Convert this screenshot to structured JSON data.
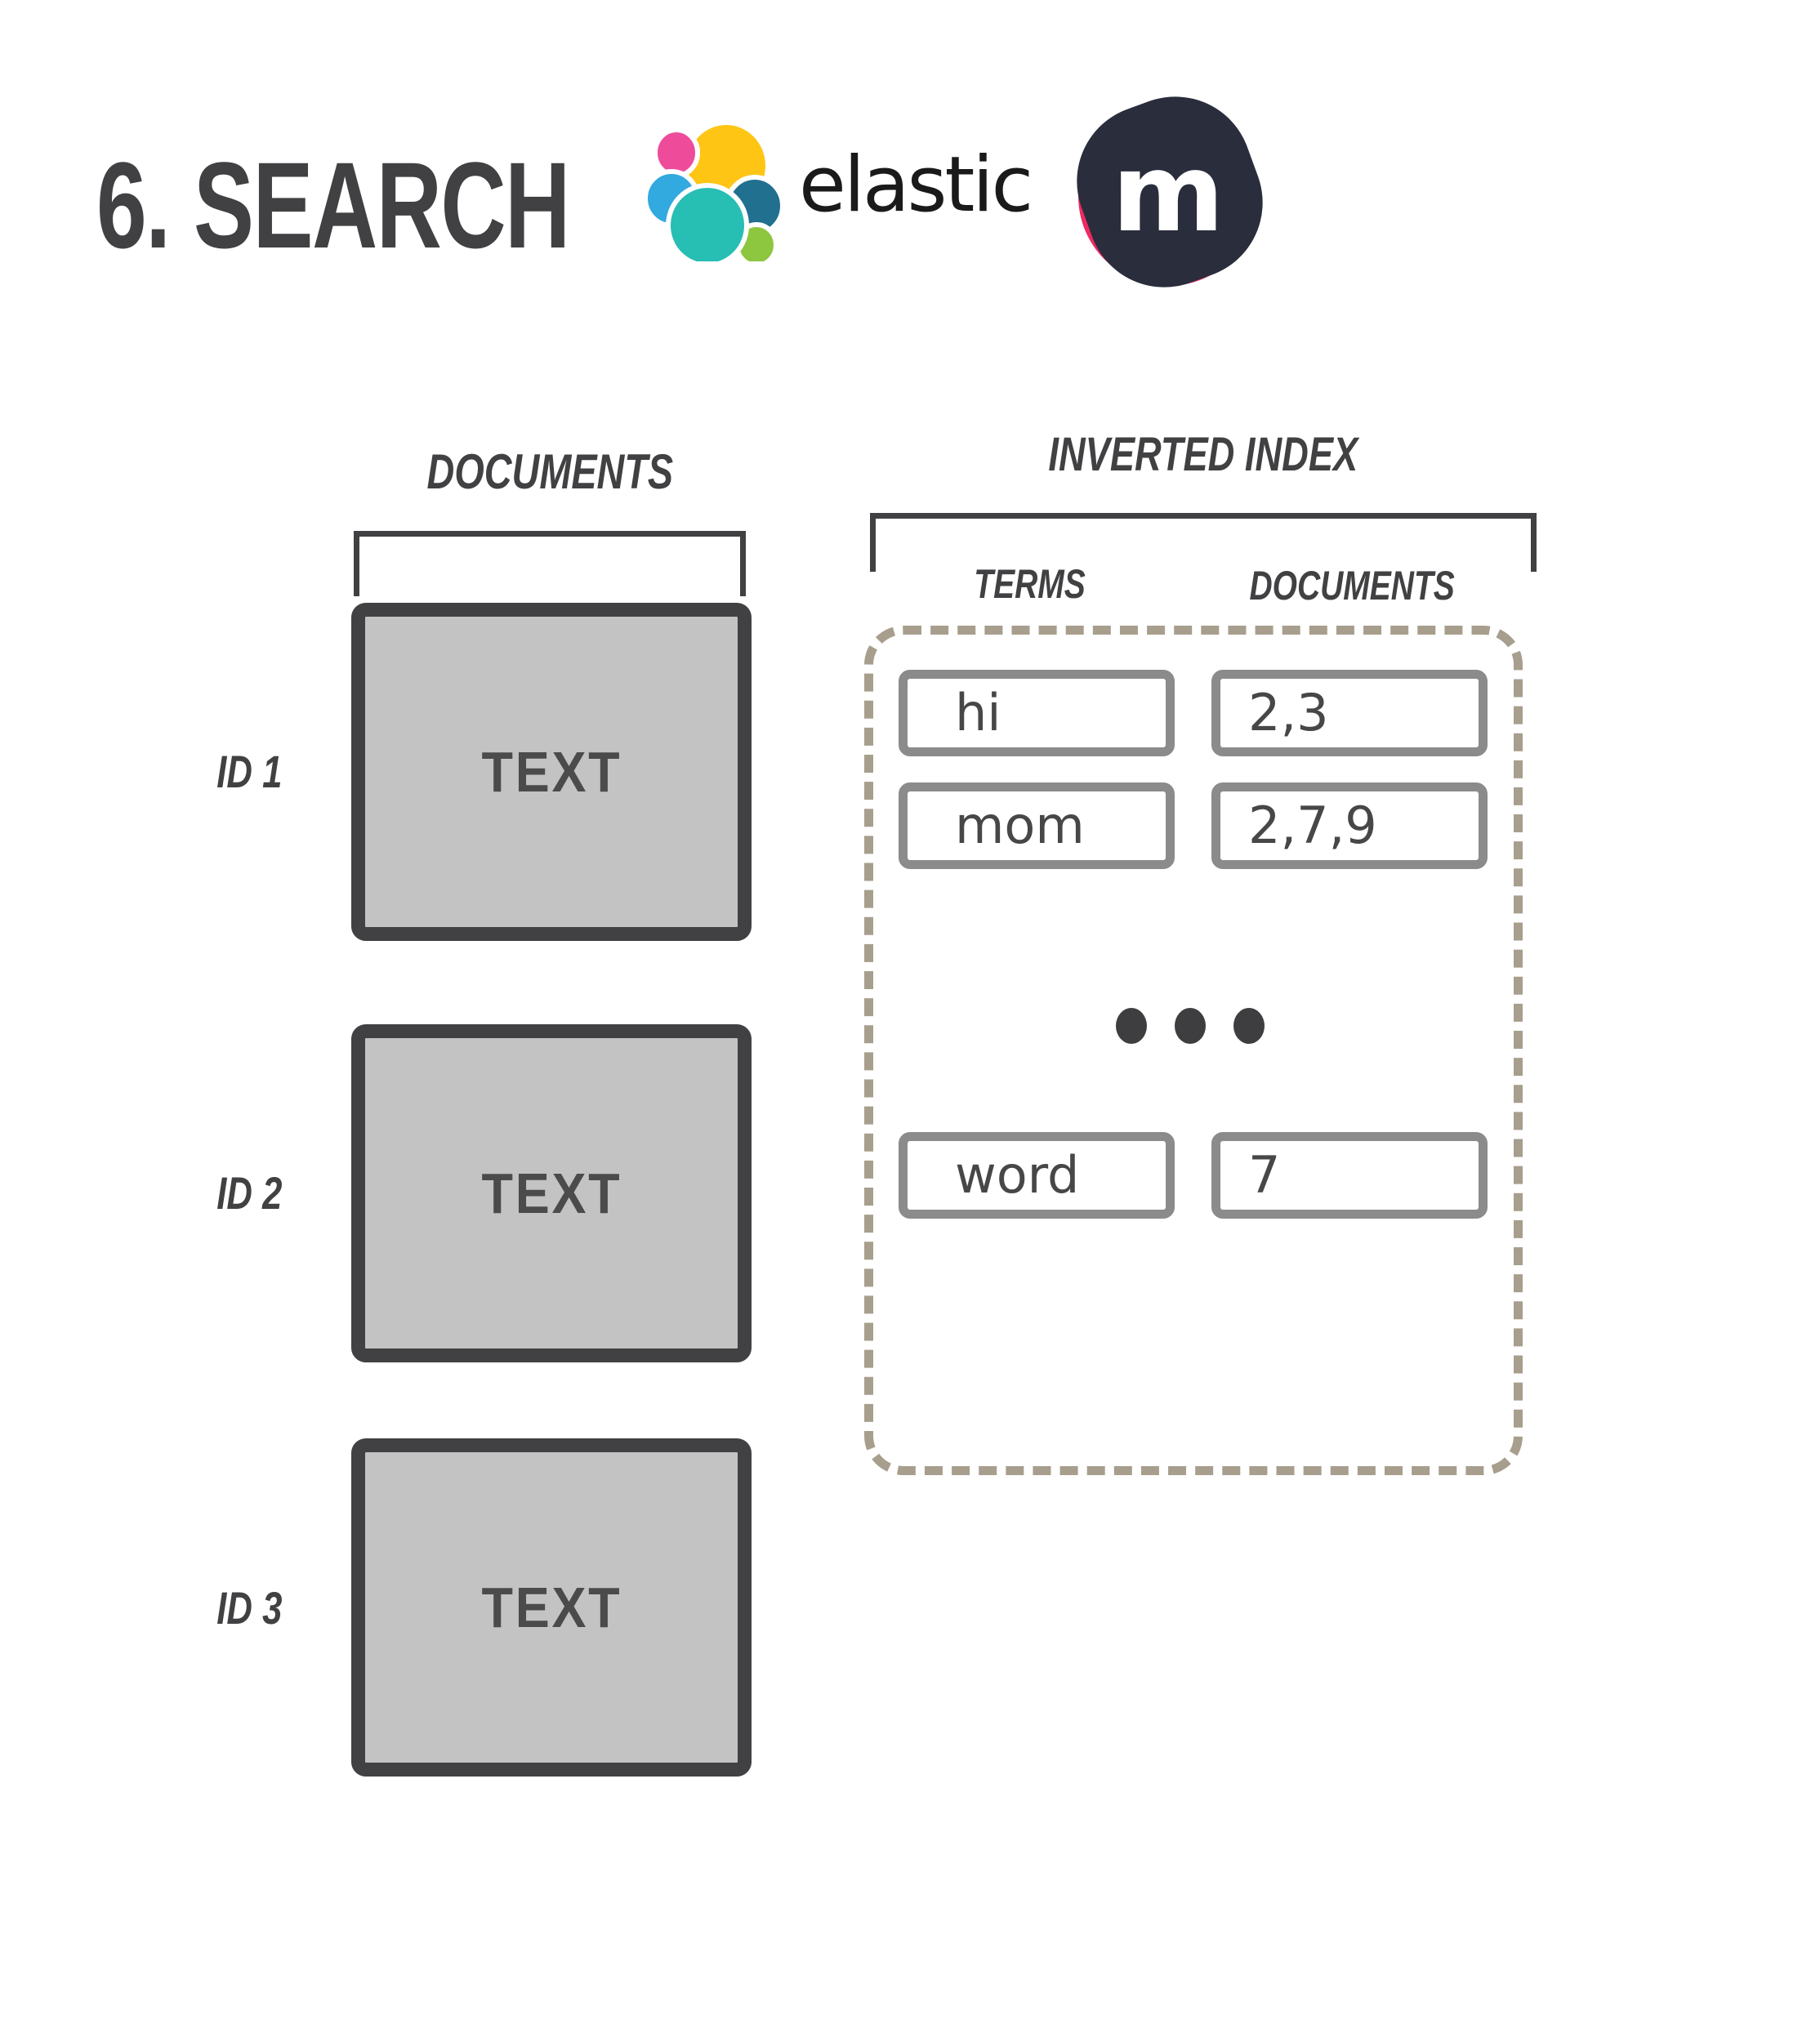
{
  "header": {
    "title": "6. SEARCH",
    "elastic_wordmark": "elastic",
    "meetup_monogram": "m"
  },
  "documents_panel": {
    "label": "DOCUMENTS",
    "items": [
      {
        "id": "ID 1",
        "content": "TEXT"
      },
      {
        "id": "ID 2",
        "content": "TEXT"
      },
      {
        "id": "ID 3",
        "content": "TEXT"
      }
    ]
  },
  "inverted_index_panel": {
    "label": "INVERTED INDEX",
    "terms_header": "TERMS",
    "documents_header": "DOCUMENTS",
    "ellipsis_icon": "three-dots-more-rows",
    "rows": [
      {
        "term": "hi",
        "documents": "2,3"
      },
      {
        "term": "mom",
        "documents": "2,7,9"
      },
      {
        "term": "word",
        "documents": "7"
      }
    ]
  },
  "colors": {
    "charcoal": "#414042",
    "doc_box_fill": "#c3c3c3",
    "doc_box_border": "#414042",
    "cell_border": "#8b8b8b",
    "cell_text": "#474747",
    "dashed_border": "#a79e8d",
    "elastic_yellow": "#FEC514",
    "elastic_pink": "#EE4C9B",
    "elastic_blue": "#32A9DF",
    "elastic_dark_blue": "#21708F",
    "elastic_teal": "#27BEB4",
    "elastic_green": "#8DC63F",
    "meetup_pink": "#EE2A62",
    "meetup_navy": "#292D3C"
  }
}
